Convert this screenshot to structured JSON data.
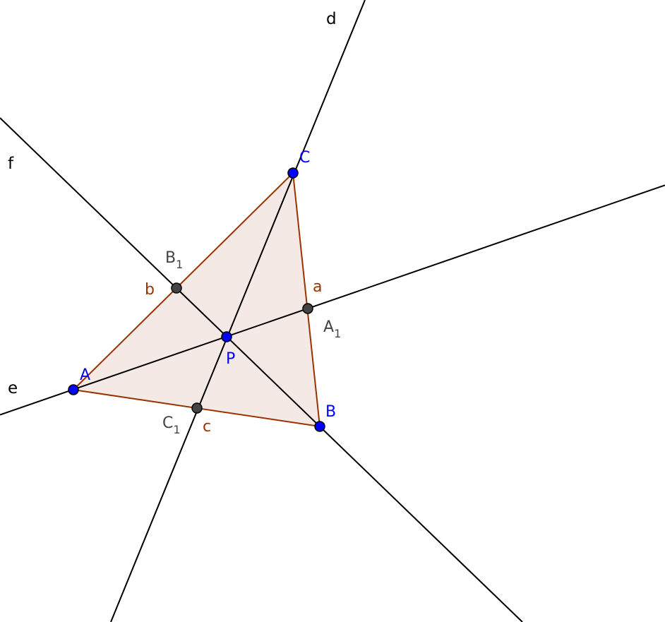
{
  "colors": {
    "background": "#ffffff",
    "line": "#000000",
    "triangle_edge": "#993300",
    "triangle_fill": "#f5e9e5",
    "free_point": "#0000ff",
    "derived_point": "#444444",
    "free_label": "#0000ff",
    "derived_label": "#444444",
    "segment_label": "#993300",
    "line_label": "#000000"
  },
  "lines": [
    {
      "name": "d"
    },
    {
      "name": "e"
    },
    {
      "name": "f"
    }
  ],
  "triangle": {
    "vertices": [
      "A",
      "B",
      "C"
    ],
    "sides": [
      "a",
      "b",
      "c"
    ]
  },
  "points": {
    "A": {
      "label": "A",
      "kind": "free"
    },
    "B": {
      "label": "B",
      "kind": "free"
    },
    "C": {
      "label": "C",
      "kind": "free"
    },
    "P": {
      "label": "P",
      "kind": "free"
    },
    "A1": {
      "label": "A",
      "subscript": "1",
      "kind": "derived"
    },
    "B1": {
      "label": "B",
      "subscript": "1",
      "kind": "derived"
    },
    "C1": {
      "label": "C",
      "subscript": "1",
      "kind": "derived"
    }
  }
}
